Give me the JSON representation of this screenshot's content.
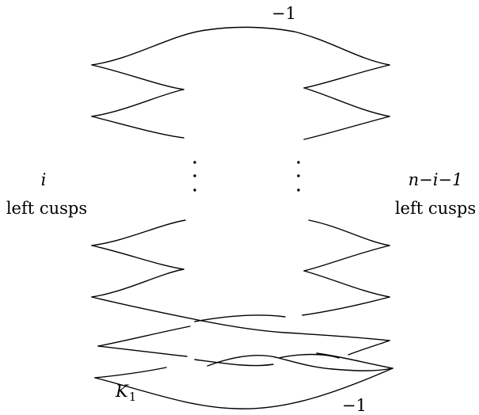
{
  "diagram": {
    "top_framing": "−1",
    "bottom_framing": "−1",
    "knot_label": "K",
    "knot_subscript": "1",
    "left_count": "i",
    "left_caption": "left cusps",
    "right_count": "n−i−1",
    "right_caption": "left cusps"
  }
}
